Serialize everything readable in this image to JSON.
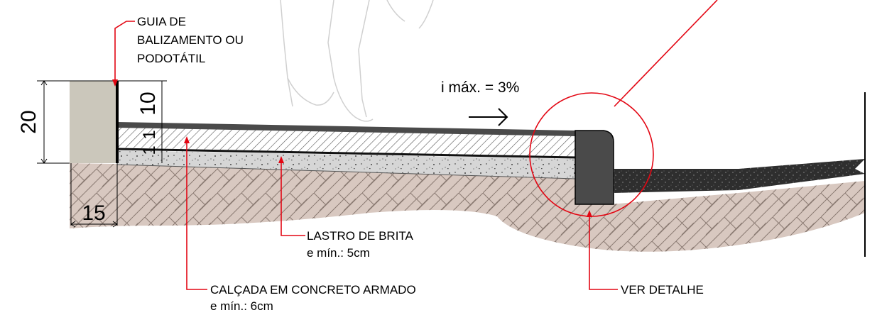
{
  "labels": {
    "guide_line1": "GUIA DE",
    "guide_line2": "BALIZAMENTO OU",
    "guide_line3": "PODOTÁTIL",
    "gravel_title": "LASTRO DE BRITA",
    "gravel_sub": "e mín.: 5cm",
    "concrete_title": "CALÇADA EM CONCRETO ARMADO",
    "concrete_sub": "e mín.: 6cm",
    "detail": "VER DETALHE",
    "slope": "i máx. = 3%"
  },
  "dimensions": {
    "height_total": "20",
    "height_top": "10",
    "layer_a": "1",
    "layer_b": "1",
    "width_base": "15"
  },
  "colors": {
    "leader": "#e30613",
    "soil": "#d8c8c0",
    "guide_block": "#cbc7bb",
    "concrete_hatch": "#b5b5b5",
    "gravel": "#d6d6d6",
    "curb": "#4a4a4a",
    "asphalt": "#2e2e2e"
  }
}
